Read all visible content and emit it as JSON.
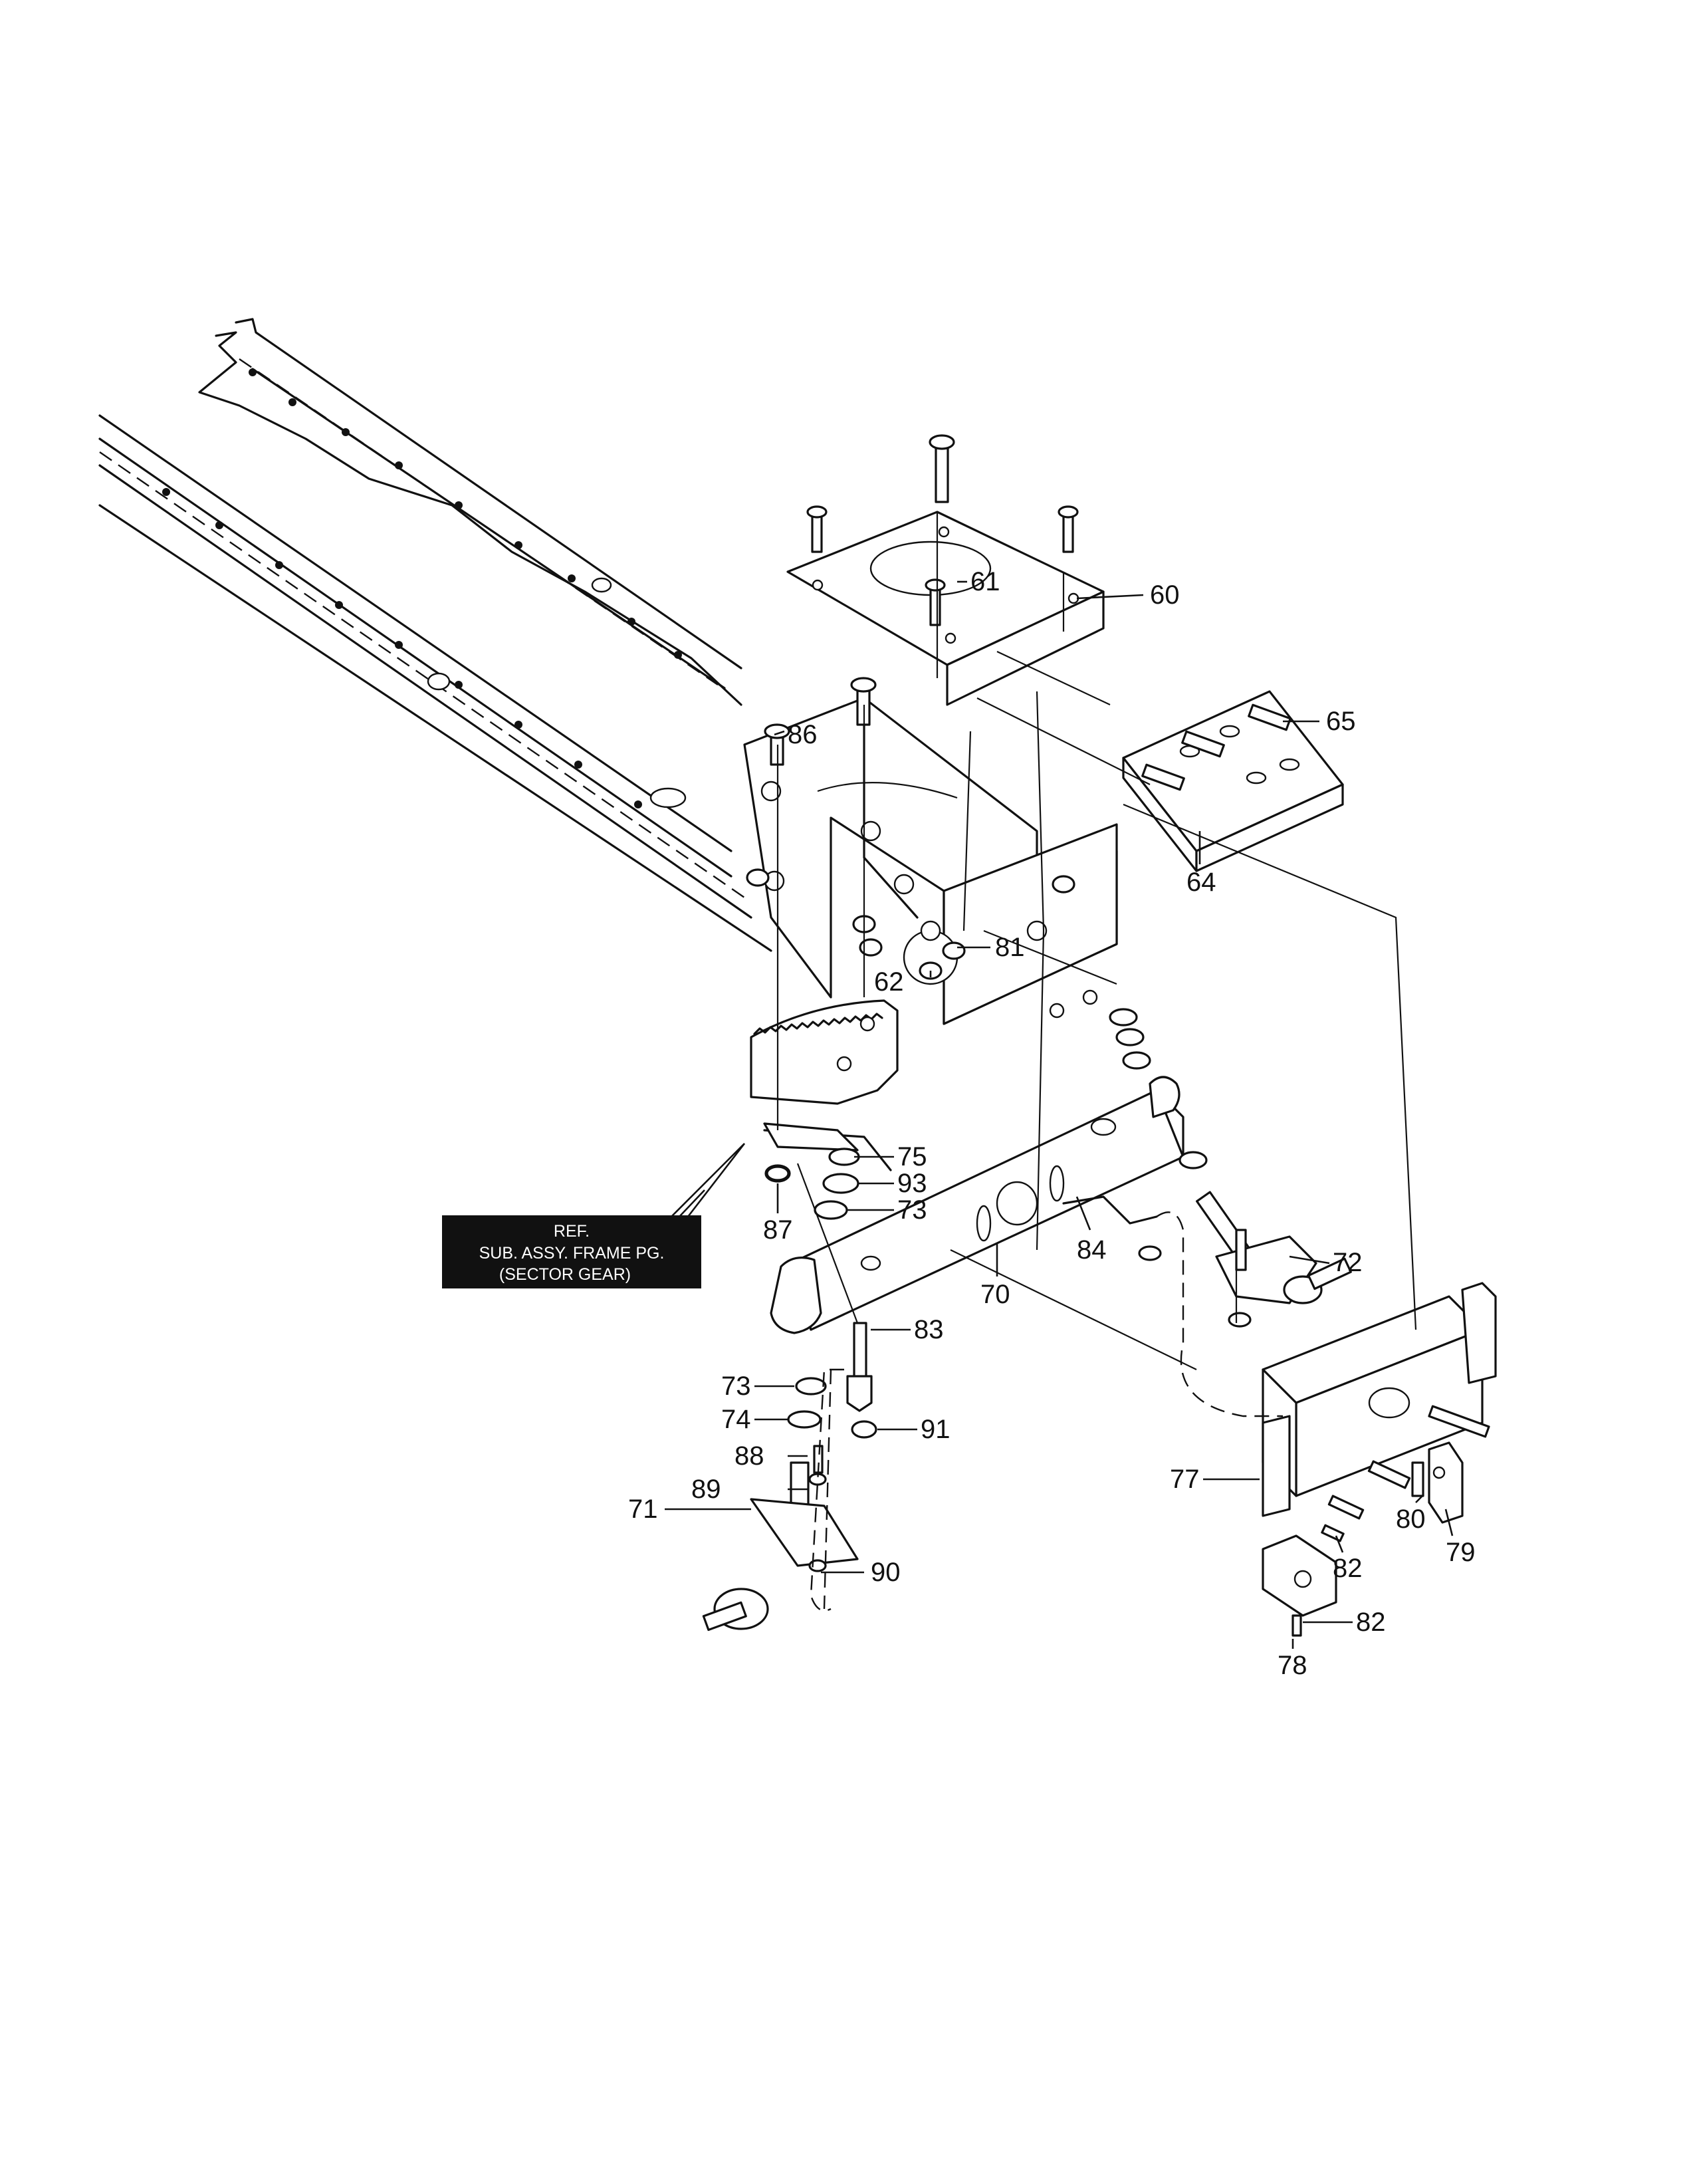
{
  "reference_box": {
    "line1": "REF.",
    "line2": "SUB. ASSY. FRAME PG.",
    "line3": "(SECTOR GEAR)"
  },
  "callouts": [
    "60",
    "61",
    "62",
    "64",
    "65",
    "70",
    "71",
    "72",
    "73",
    "73",
    "74",
    "75",
    "77",
    "78",
    "79",
    "80",
    "81",
    "82",
    "82",
    "83",
    "84",
    "86",
    "87",
    "88",
    "89",
    "90",
    "91",
    "93"
  ]
}
